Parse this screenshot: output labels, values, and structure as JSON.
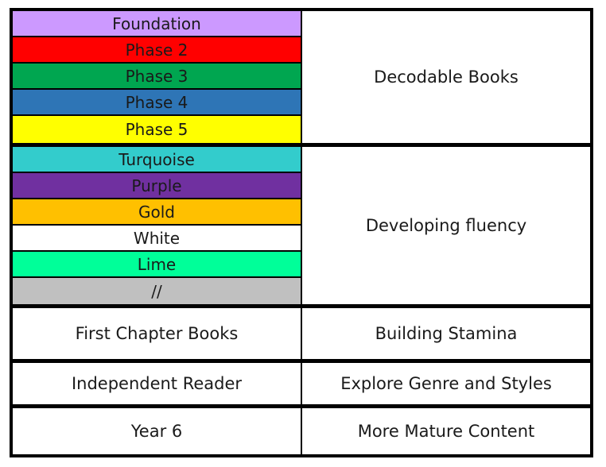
{
  "sections": [
    {
      "label": "Decodable Books",
      "bands": [
        {
          "text": "Foundation",
          "color": "#cc99ff"
        },
        {
          "text": "Phase 2",
          "color": "#ff0000"
        },
        {
          "text": "Phase 3",
          "color": "#00a650"
        },
        {
          "text": "Phase 4",
          "color": "#2e75b6"
        },
        {
          "text": "Phase 5",
          "color": "#ffff00"
        }
      ]
    },
    {
      "label": "Developing fluency",
      "bands": [
        {
          "text": "Turquoise",
          "color": "#33cccc"
        },
        {
          "text": "Purple",
          "color": "#7030a0"
        },
        {
          "text": "Gold",
          "color": "#ffc000"
        },
        {
          "text": "White",
          "color": "#ffffff"
        },
        {
          "text": "Lime",
          "color": "#00ff99"
        },
        {
          "text": "//",
          "color": "#c0c0c0"
        }
      ]
    }
  ],
  "rows": [
    {
      "left": "First Chapter Books",
      "right": "Building Stamina"
    },
    {
      "left": "Independent Reader",
      "right": "Explore Genre and Styles"
    },
    {
      "left": "Year 6",
      "right": "More Mature Content"
    }
  ]
}
